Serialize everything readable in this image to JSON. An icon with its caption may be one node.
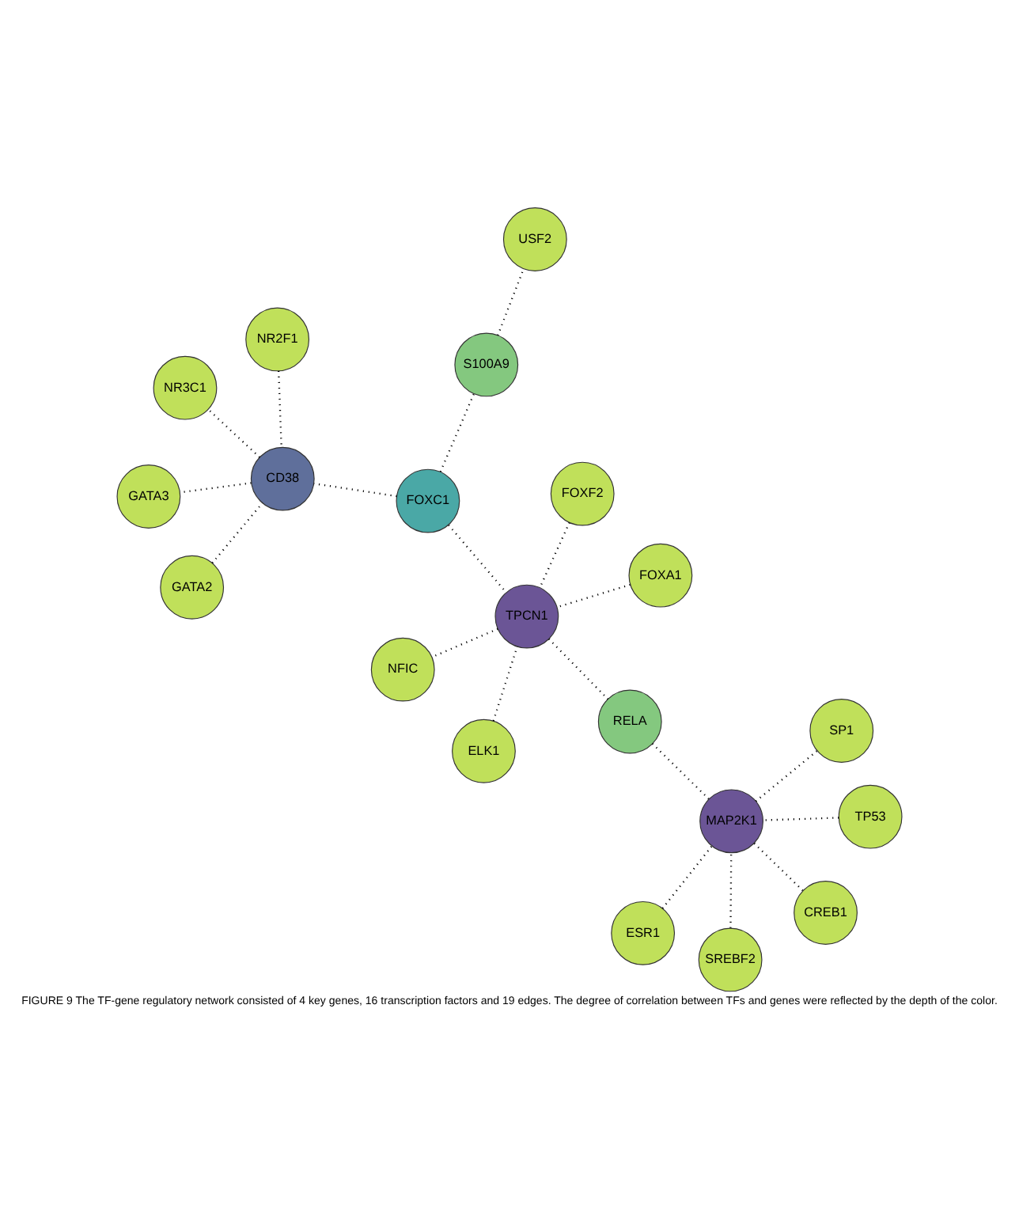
{
  "diagram": {
    "caption": "FIGURE 9 The TF-gene regulatory network consisted of 4 key genes, 16 transcription factors and 19 edges. The degree of correlation between TFs and genes were reflected by the depth of the color.",
    "nodes": [
      {
        "text": [
          "FOXC1"
        ]
      },
      {
        "text": [
          "TP53"
        ]
      },
      {
        "text": [
          "ELK1"
        ]
      },
      {
        "text": [
          "FOXF2"
        ]
      },
      {
        "text": [
          "NR2F1"
        ]
      },
      {
        "text": [
          "TPCN1"
        ]
      },
      {
        "text": [
          "ESR1"
        ]
      },
      {
        "text": [
          "RELA"
        ]
      },
      {
        "text": [
          "GATA2"
        ]
      },
      {
        "text": [
          "CD38"
        ]
      },
      {
        "text": [
          "MAP2K1"
        ]
      },
      {
        "text": [
          "NFIC"
        ]
      },
      {
        "text": [
          "FOXA1"
        ]
      },
      {
        "text": [
          "SP1"
        ]
      },
      {
        "text": [
          "S100A9"
        ]
      },
      {
        "text": [
          "SREBF2"
        ]
      },
      {
        "text": [
          "CREB1"
        ]
      },
      {
        "text": [
          "GATA3"
        ]
      },
      {
        "text": [
          "USF2"
        ]
      },
      {
        "text": [
          "NR3C1"
        ]
      }
    ],
    "edges": [
      {
        "from": 0,
        "to": 5,
        "arrow": "none",
        "style": "dashed"
      },
      {
        "from": 0,
        "to": 9,
        "arrow": "none",
        "style": "dashed"
      },
      {
        "from": 0,
        "to": 14,
        "arrow": "none",
        "style": "dashed"
      },
      {
        "from": 1,
        "to": 10,
        "arrow": "none",
        "style": "dashed"
      },
      {
        "from": 2,
        "to": 5,
        "arrow": "none",
        "style": "dashed"
      },
      {
        "from": 3,
        "to": 5,
        "arrow": "none",
        "style": "dashed"
      },
      {
        "from": 4,
        "to": 9,
        "arrow": "none",
        "style": "dashed"
      },
      {
        "from": 5,
        "to": 7,
        "arrow": "none",
        "style": "dashed"
      },
      {
        "from": 5,
        "to": 11,
        "arrow": "none",
        "style": "dashed"
      },
      {
        "from": 12,
        "to": 5,
        "arrow": "none",
        "style": "dashed"
      },
      {
        "from": 6,
        "to": 10,
        "arrow": "none",
        "style": "dashed"
      },
      {
        "from": 7,
        "to": 10,
        "arrow": "none",
        "style": "dashed"
      },
      {
        "from": 8,
        "to": 9,
        "arrow": "none",
        "style": "dashed"
      },
      {
        "from": 10,
        "to": 13,
        "arrow": "none",
        "style": "dashed"
      },
      {
        "from": 10,
        "to": 16,
        "arrow": "none",
        "style": "dashed"
      },
      {
        "from": 15,
        "to": 10,
        "arrow": "none",
        "style": "dashed"
      },
      {
        "from": 14,
        "to": 18,
        "arrow": "none",
        "style": "dashed"
      },
      {
        "from": 9,
        "to": 17,
        "arrow": "none",
        "style": "dashed"
      },
      {
        "from": 9,
        "to": 19,
        "arrow": "none",
        "style": "dashed"
      }
    ]
  }
}
